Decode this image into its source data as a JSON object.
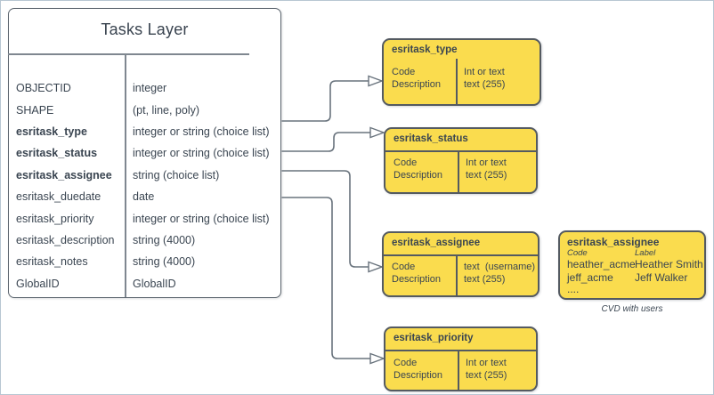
{
  "colors": {
    "canvas_border": "#b8c6d2",
    "background": "#ffffff",
    "domain_fill": "#fadc4e",
    "domain_border": "#545a61",
    "main_border": "#5d666f",
    "rule_gray": "#7f8790",
    "connector": "#69737d",
    "text": "#3a4551"
  },
  "main_table": {
    "title": "Tasks Layer",
    "fields": [
      {
        "name": "OBJECTID",
        "type": "integer"
      },
      {
        "name": "SHAPE",
        "type": "(pt, line, poly)"
      },
      {
        "name": "esritask_type",
        "type": "integer or string (choice list)"
      },
      {
        "name": "esritask_status",
        "type": "integer or string (choice list)"
      },
      {
        "name": "esritask_assignee",
        "type": "string (choice list)"
      },
      {
        "name": "esritask_duedate",
        "type": "date"
      },
      {
        "name": "esritask_priority",
        "type": "integer or string (choice list)"
      },
      {
        "name": "esritask_description",
        "type": "string (4000)"
      },
      {
        "name": "esritask_notes",
        "type": "string (4000)"
      },
      {
        "name": "GlobalID",
        "type": "GlobalID"
      }
    ]
  },
  "domain_tables": [
    {
      "title": "esritask_type",
      "left1": "Code",
      "left2": "Description",
      "right1": "Int or text",
      "right2": "text (255)"
    },
    {
      "title": "esritask_status",
      "left1": "Code",
      "left2": "Description",
      "right1": "Int or text",
      "right2": "text (255)"
    },
    {
      "title": "esritask_assignee",
      "left1": "Code",
      "left2": "Description",
      "right1": "text  (username)",
      "right2": "text (255)"
    },
    {
      "title": "esritask_priority",
      "left1": "Code",
      "left2": "Description",
      "right1": "Int or text",
      "right2": "text (255)"
    }
  ],
  "cvd_table": {
    "title": "esritask_assignee",
    "col1_header": "Code",
    "col2_header": "Label",
    "rows": [
      {
        "code": "heather_acme",
        "label": "Heather Smith"
      },
      {
        "code": "jeff_acme",
        "label": "Jeff Walker"
      },
      {
        "code": "....",
        "label": ""
      }
    ],
    "caption": "CVD with users"
  }
}
